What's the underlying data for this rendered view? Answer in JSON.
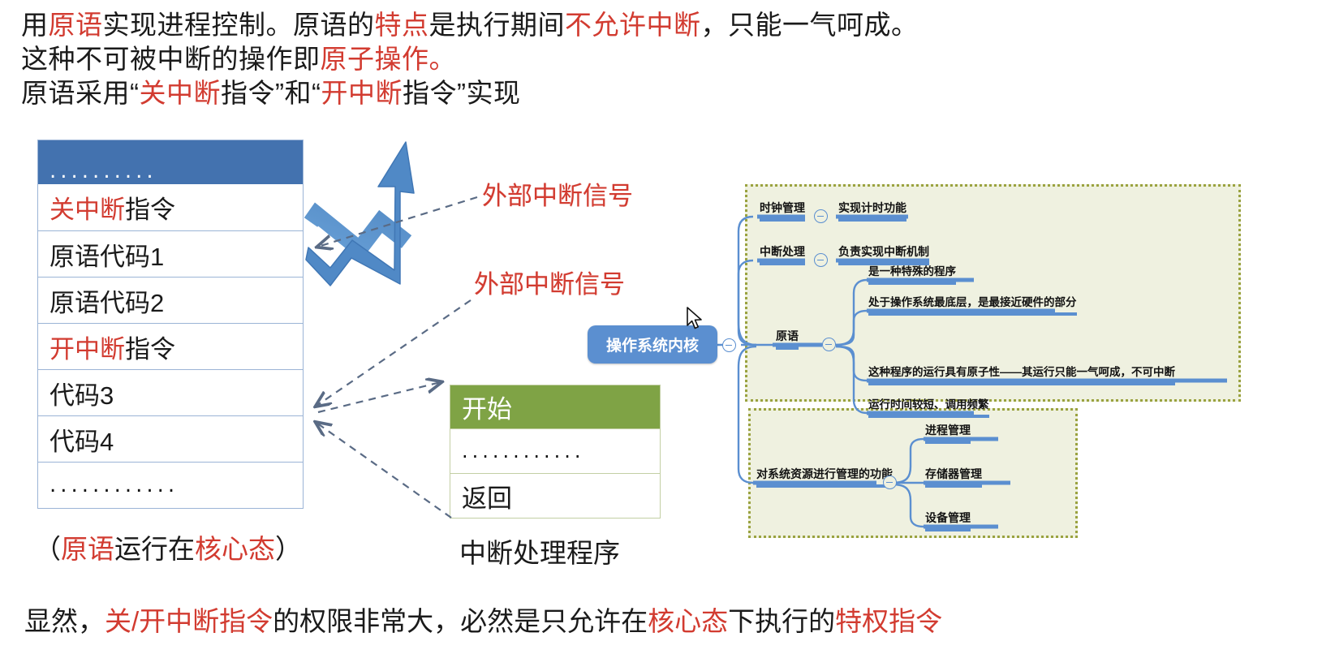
{
  "intro": {
    "line1": [
      {
        "t": "用",
        "c": "black"
      },
      {
        "t": "原语",
        "c": "red"
      },
      {
        "t": "实现进程控制。原语的",
        "c": "black"
      },
      {
        "t": "特点",
        "c": "red"
      },
      {
        "t": "是执行期间",
        "c": "black"
      },
      {
        "t": "不允许中断",
        "c": "red"
      },
      {
        "t": "，只能一气呵成。",
        "c": "black"
      }
    ],
    "line2": [
      {
        "t": "这种不可被中断的操作即",
        "c": "black"
      },
      {
        "t": "原子操作。",
        "c": "red"
      }
    ],
    "line3": [
      {
        "t": "原语采用“",
        "c": "black"
      },
      {
        "t": "关中断",
        "c": "red"
      },
      {
        "t": "指令”和“",
        "c": "black"
      },
      {
        "t": "开中断",
        "c": "red"
      },
      {
        "t": "指令”实现",
        "c": "black"
      }
    ]
  },
  "outro": [
    {
      "t": "显然，",
      "c": "black"
    },
    {
      "t": "关/开中断指令",
      "c": "red"
    },
    {
      "t": "的权限非常大，必然是只允许在",
      "c": "black"
    },
    {
      "t": "核心态",
      "c": "red"
    },
    {
      "t": "下执行的",
      "c": "black"
    },
    {
      "t": "特权指令",
      "c": "red"
    }
  ],
  "primitive_table": {
    "header_dots": "..........",
    "rows": [
      {
        "parts": [
          {
            "t": "关中断",
            "c": "red"
          },
          {
            "t": "指令",
            "c": "black"
          }
        ]
      },
      {
        "parts": [
          {
            "t": "原语代码1",
            "c": "black"
          }
        ]
      },
      {
        "parts": [
          {
            "t": "原语代码2",
            "c": "black"
          }
        ]
      },
      {
        "parts": [
          {
            "t": "开中断",
            "c": "red"
          },
          {
            "t": "指令",
            "c": "black"
          }
        ]
      },
      {
        "parts": [
          {
            "t": "代码3",
            "c": "black"
          }
        ]
      },
      {
        "parts": [
          {
            "t": "代码4",
            "c": "black"
          }
        ]
      },
      {
        "parts": [
          {
            "t": "............",
            "c": "black"
          }
        ]
      }
    ],
    "caption": [
      {
        "t": "（",
        "c": "black"
      },
      {
        "t": "原语",
        "c": "red"
      },
      {
        "t": "运行在",
        "c": "black"
      },
      {
        "t": "核心态",
        "c": "red"
      },
      {
        "t": "）",
        "c": "black"
      }
    ]
  },
  "isr_table": {
    "header": "开始",
    "middle_dots": "............",
    "return_label": "返回",
    "caption": "中断处理程序"
  },
  "annotations": {
    "external_interrupt_1": "外部中断信号",
    "external_interrupt_2": "外部中断信号"
  },
  "mindmap": {
    "root": "操作系统内核",
    "group_top": {
      "items": [
        {
          "label": "时钟管理",
          "detail": "实现计时功能"
        },
        {
          "label": "中断处理",
          "detail": "负责实现中断机制"
        }
      ],
      "primitive": {
        "label": "原语",
        "details": [
          "是一种特殊的程序",
          "处于操作系统最底层，是最接近硬件的部分",
          "这种程序的运行具有原子性——其运行只能一气呵成，不可中断",
          "运行时间较短、调用频繁"
        ]
      }
    },
    "group_bottom": {
      "label": "对系统资源进行管理的功能",
      "details": [
        "进程管理",
        "存储器管理",
        "设备管理"
      ]
    }
  },
  "colors": {
    "accent_red": "#d23b30",
    "table_header_blue": "#4372AF",
    "table_border_blue": "#9bb4d6",
    "isr_header_green": "#7FA345",
    "isr_border_green": "#c3cfa4",
    "mindmap_bg": "#EFF1E0",
    "mindmap_dot_border": "#9aa23f",
    "mindmap_line_blue": "#5b8fd0",
    "arrow_dashed": "#5a6b85"
  },
  "icons": {
    "growth_arrow": "zigzag-up-arrow-icon",
    "cursor": "mouse-cursor-icon",
    "collapse_toggle": "minus-circle-icon"
  }
}
